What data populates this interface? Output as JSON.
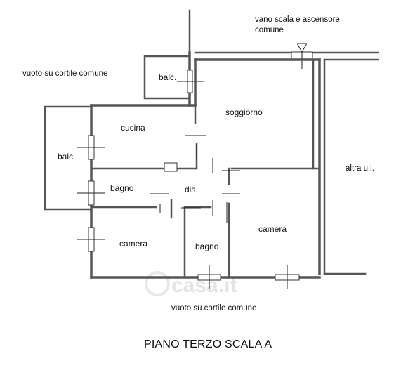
{
  "labels": {
    "stair": [
      "vano scala e ascensore",
      "comune"
    ],
    "courtyard_top": "vuoto su cortile comune",
    "courtyard_bottom": "vuoto su cortile comune",
    "balcony_small": "balc.",
    "balcony_large": "balc.",
    "living": "soggiorno",
    "kitchen": "cucina",
    "bath_left": "bagno",
    "hall": "dis.",
    "bedroom_left": "camera",
    "bath_center": "bagno",
    "bedroom_right": "camera",
    "other_unit": "altra u.i.",
    "title": "PIANO TERZO SCALA A",
    "watermark": "casa.it"
  }
}
